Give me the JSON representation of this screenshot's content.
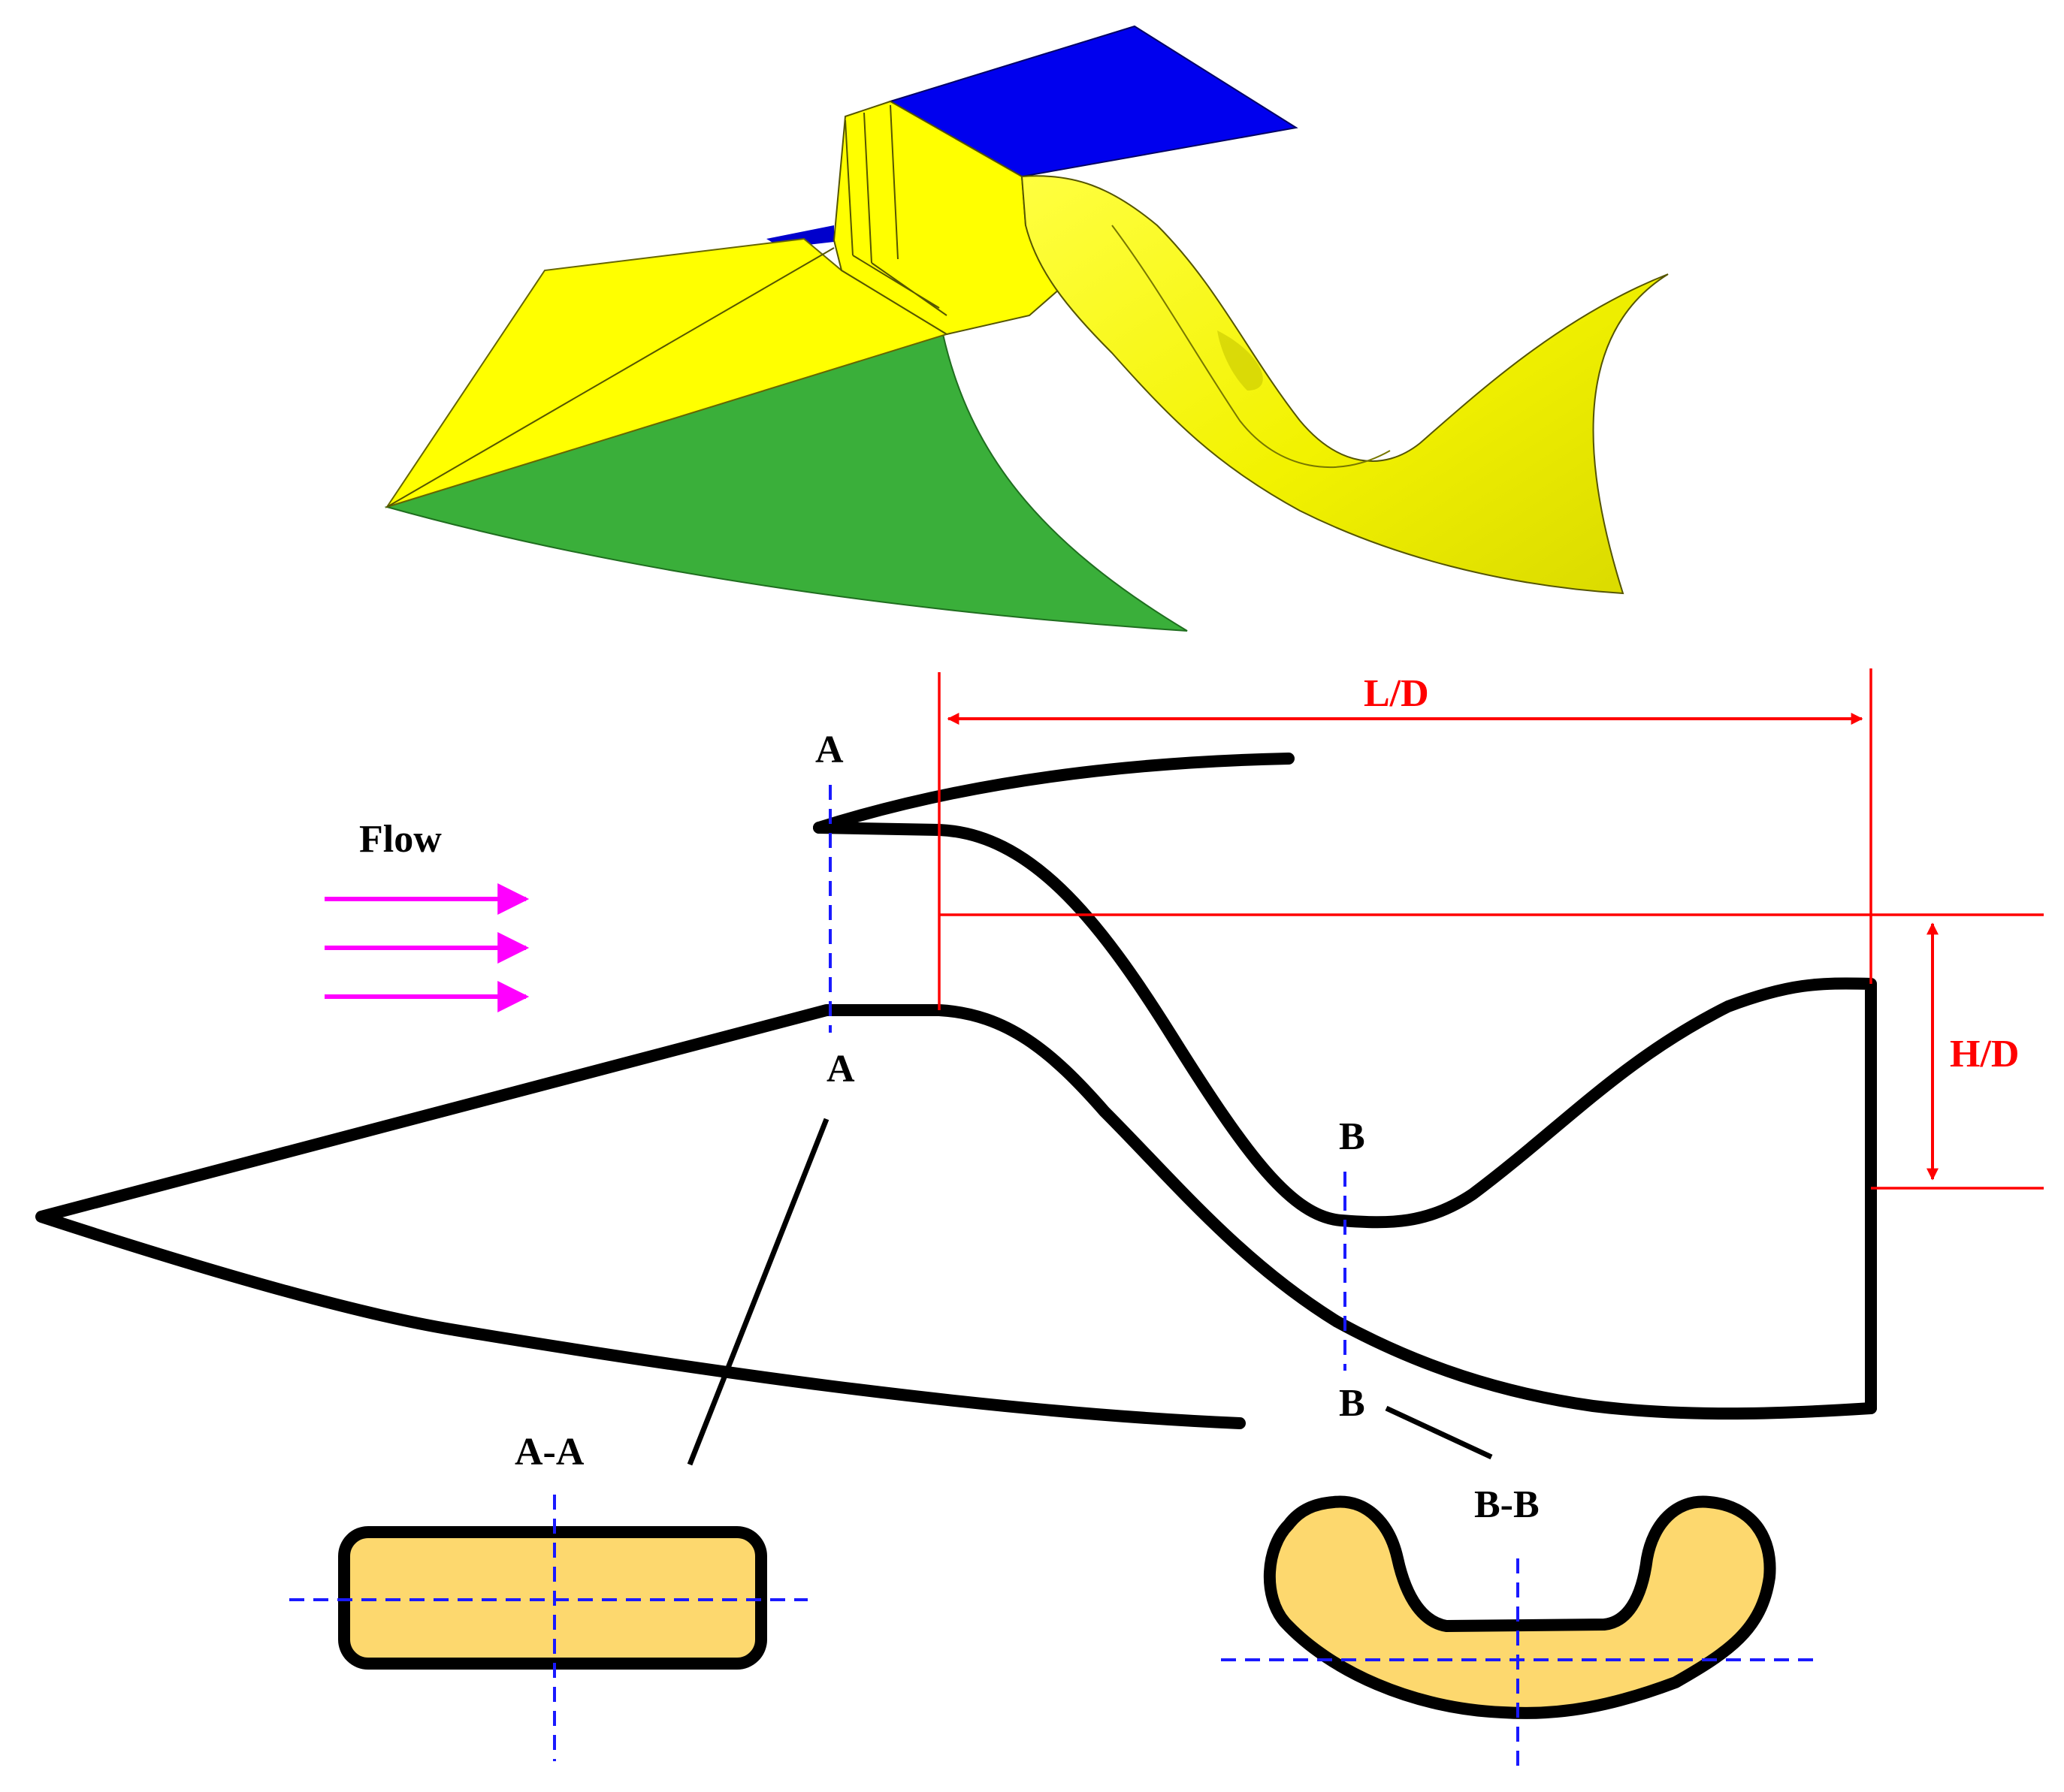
{
  "labels": {
    "flow": "Flow",
    "length_ratio": "L/D",
    "height_ratio": "H/D",
    "section_a_top": "A",
    "section_a_bottom": "A",
    "section_b_top": "B",
    "section_b_bottom": "B",
    "section_a_title": "A-A",
    "section_b_title": "B-B"
  },
  "colors": {
    "model_yellow": "#ffff00",
    "model_green": "#3aaf3a",
    "model_blue": "#0000ee",
    "section_fill": "#fdd86e",
    "outline": "#000000",
    "dimension": "#ff0000",
    "section_line": "#1a1aff",
    "flow_arrow": "#ff00ff"
  }
}
